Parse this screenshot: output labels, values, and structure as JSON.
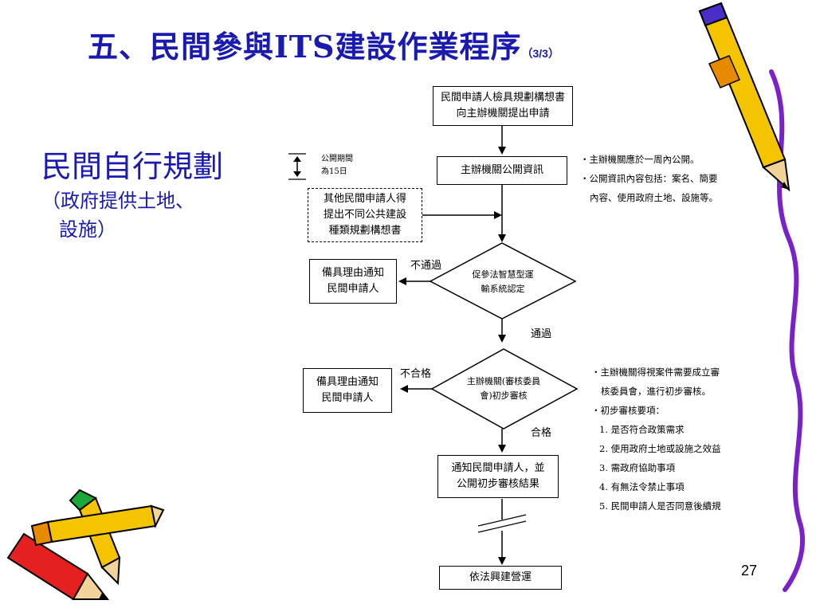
{
  "slide": {
    "title": "五、民間參與ITS建設作業程序",
    "title_suffix": "（3/3）",
    "side_heading": "民間自行規劃",
    "side_sub": [
      "（政府提供土地、",
      "設施）"
    ],
    "page_number": "27"
  },
  "flow": {
    "box_submit": [
      "民間申請人檢具規劃構想書",
      "向主辦機關提出申請"
    ],
    "announce_period": [
      "公開期間",
      "為15日"
    ],
    "box_announce": "主辦機關公開資訊",
    "announce_notes": [
      "‧主辦機關應於一周內公開。",
      "‧公開資訊內容包括：案名、簡要",
      "內容、使用政府土地、設施等。"
    ],
    "box_other": [
      "其他民間申請人得",
      "提出不同公共建設",
      "種類規劃構想書"
    ],
    "box_reject1": [
      "備具理由通知",
      "民間申請人"
    ],
    "diamond_certify": [
      "促參法智慧型運",
      "輸系統認定"
    ],
    "label_fail1": "不通過",
    "label_pass1": "通過",
    "box_reject2": [
      "備具理由通知",
      "民間申請人"
    ],
    "diamond_review": [
      "主辦機關(審核委員",
      "會)初步審核"
    ],
    "label_fail2": "不合格",
    "label_pass2": "合格",
    "review_notes": [
      "‧主辦機關得視案件需要成立審",
      "核委員會，進行初步審核。",
      "‧初步審核要項：",
      "1.  是否符合政策需求",
      "2.  使用政府土地或設施之效益",
      "3.  需政府協助事項",
      "4.  有無法令禁止事項",
      "5.  民間申請人是否同意後續規"
    ],
    "box_notify": [
      "通知民間申請人，並",
      "公開初步審核結果"
    ],
    "box_operate": "依法興建營運"
  }
}
